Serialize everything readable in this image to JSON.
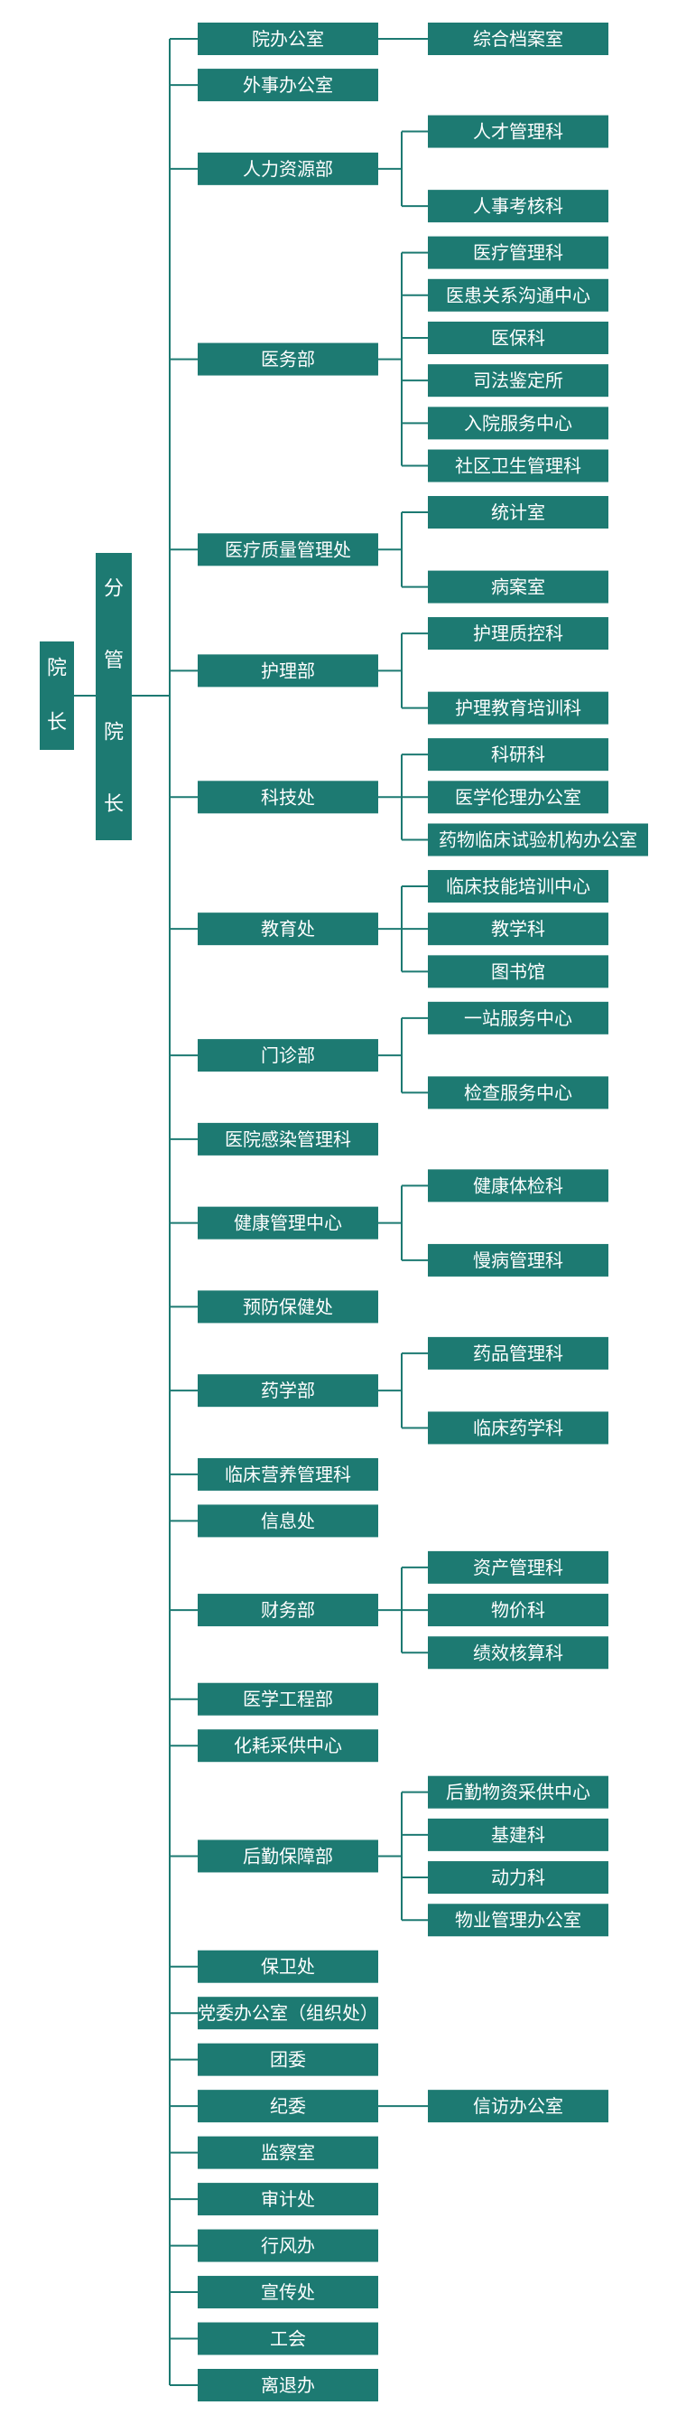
{
  "colors": {
    "box": "#1d7a72",
    "text": "#ffffff",
    "line": "#1d7a72",
    "background": "#ffffff"
  },
  "president": "院长",
  "vice_president": "分管院长",
  "departments": [
    {
      "label": "院办公室",
      "children": [
        "综合档案室"
      ]
    },
    {
      "label": "外事办公室",
      "children": []
    },
    {
      "label": "人力资源部",
      "children": [
        "人才管理科",
        "人事考核科"
      ]
    },
    {
      "label": "医务部",
      "children": [
        "医疗管理科",
        "医患关系沟通中心",
        "医保科",
        "司法鉴定所",
        "入院服务中心",
        "社区卫生管理科"
      ]
    },
    {
      "label": "医疗质量管理处",
      "children": [
        "统计室",
        "病案室"
      ]
    },
    {
      "label": "护理部",
      "children": [
        "护理质控科",
        "护理教育培训科"
      ]
    },
    {
      "label": "科技处",
      "children": [
        "科研科",
        "医学伦理办公室",
        "药物临床试验机构办公室"
      ]
    },
    {
      "label": "教育处",
      "children": [
        "临床技能培训中心",
        "教学科",
        "图书馆"
      ]
    },
    {
      "label": "门诊部",
      "children": [
        "一站服务中心",
        "检查服务中心"
      ]
    },
    {
      "label": "医院感染管理科",
      "children": []
    },
    {
      "label": "健康管理中心",
      "children": [
        "健康体检科",
        "慢病管理科"
      ]
    },
    {
      "label": "预防保健处",
      "children": []
    },
    {
      "label": "药学部",
      "children": [
        "药品管理科",
        "临床药学科"
      ]
    },
    {
      "label": "临床营养管理科",
      "children": []
    },
    {
      "label": "信息处",
      "children": []
    },
    {
      "label": "财务部",
      "children": [
        "资产管理科",
        "物价科",
        "绩效核算科"
      ]
    },
    {
      "label": "医学工程部",
      "children": []
    },
    {
      "label": "化耗采供中心",
      "children": []
    },
    {
      "label": "后勤保障部",
      "children": [
        "后勤物资采供中心",
        "基建科",
        "动力科",
        "物业管理办公室"
      ]
    },
    {
      "label": "保卫处",
      "children": []
    },
    {
      "label": "党委办公室（组织处）",
      "children": []
    },
    {
      "label": "团委",
      "children": []
    },
    {
      "label": "纪委",
      "children": [
        "信访办公室"
      ]
    },
    {
      "label": "监察室",
      "children": []
    },
    {
      "label": "审计处",
      "children": []
    },
    {
      "label": "行风办",
      "children": []
    },
    {
      "label": "宣传处",
      "children": []
    },
    {
      "label": "工会",
      "children": []
    },
    {
      "label": "离退办",
      "children": []
    }
  ]
}
